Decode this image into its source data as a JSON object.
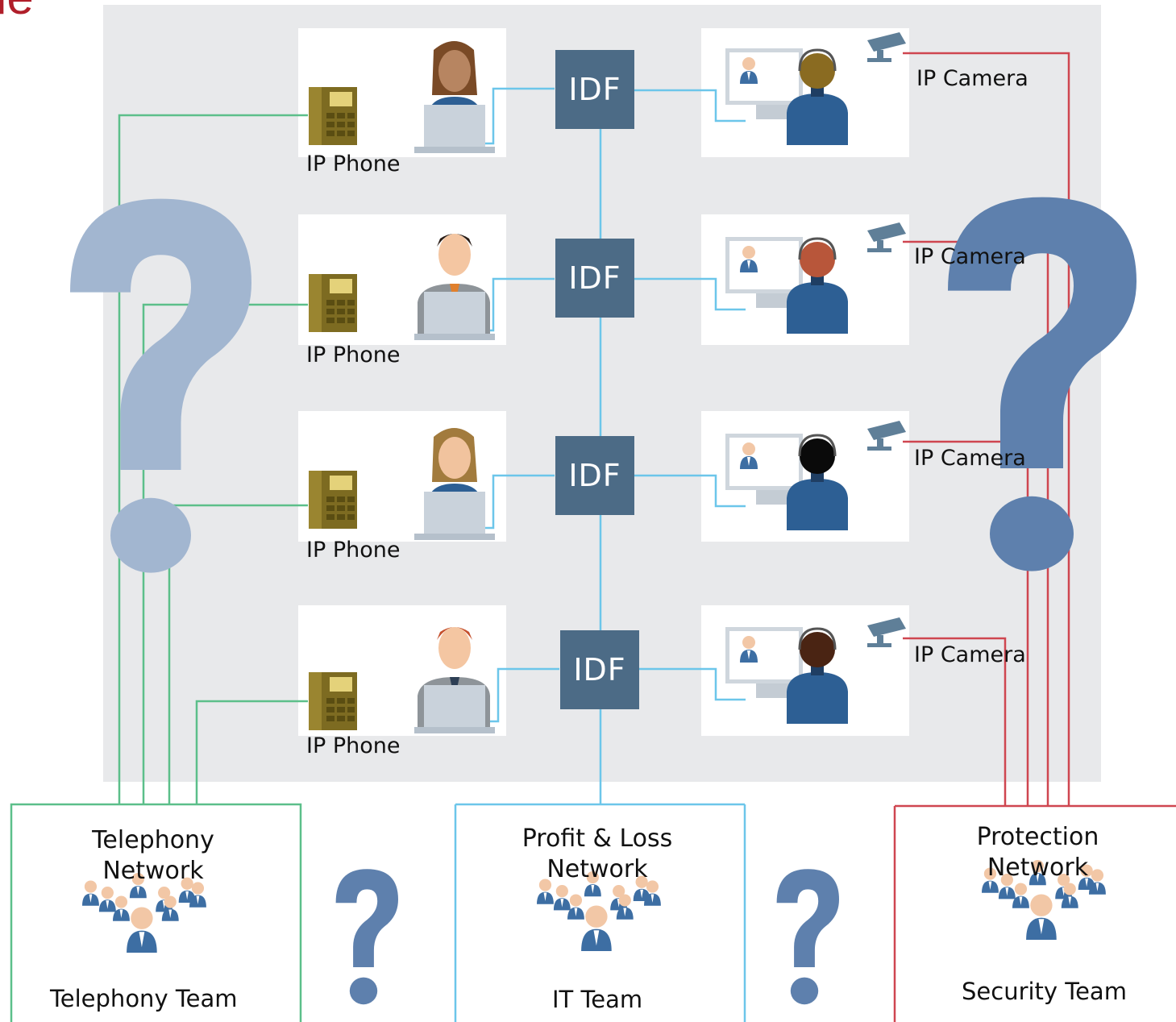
{
  "corner_text": "le",
  "idf_label": "IDF",
  "rows": [
    {
      "phone_label": "IP Phone",
      "camera_label": "IP Camera"
    },
    {
      "phone_label": "IP Phone",
      "camera_label": "IP Camera"
    },
    {
      "phone_label": "IP Phone",
      "camera_label": "IP Camera"
    },
    {
      "phone_label": "IP Phone",
      "camera_label": "IP Camera"
    }
  ],
  "teams": {
    "telephony": {
      "title": "Telephony Network",
      "name": "Telephony Team"
    },
    "it": {
      "title": "Profit & Loss Network",
      "name": "IT Team"
    },
    "security": {
      "title": "Protection Network",
      "name": "Security Team"
    }
  },
  "colors": {
    "telephony_line": "#5cbf8a",
    "it_line": "#6cc6ea",
    "security_line": "#cf4650",
    "idf": "#4c6b86",
    "question_light": "#a2b6d0",
    "question_dark": "#5e80ad",
    "panel": "#e8e9eb"
  },
  "icons": [
    "ip-phone-icon",
    "employee-laptop-icon",
    "security-monitor-icon",
    "ip-camera-icon",
    "team-group-icon",
    "question-mark-icon"
  ]
}
